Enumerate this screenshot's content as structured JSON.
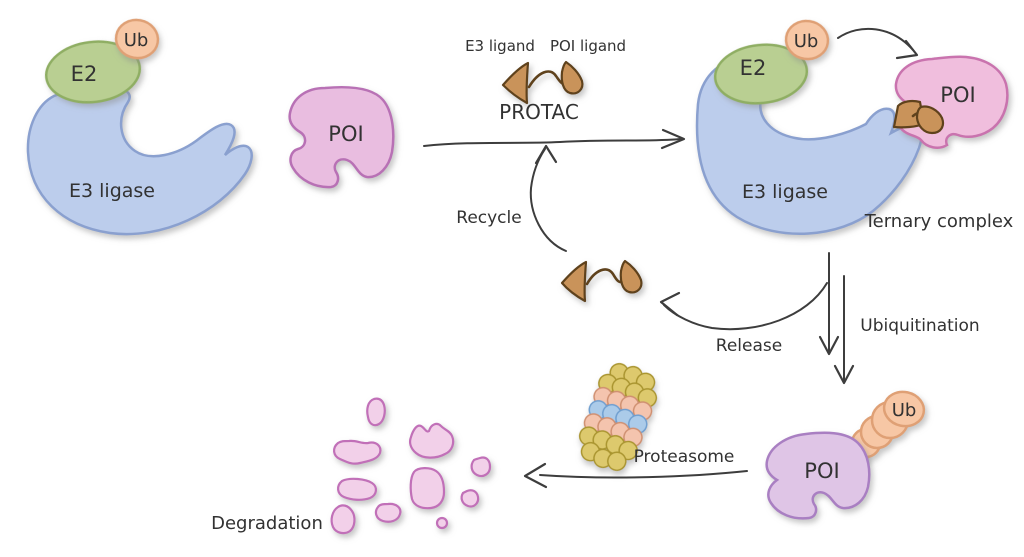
{
  "colors": {
    "background": "#ffffff",
    "e3_ligase_fill": "#bccdec",
    "e3_ligase_stroke": "#8aa0cf",
    "e2_fill": "#b9cf92",
    "e2_stroke": "#8fae63",
    "ub_fill": "#f7c7a5",
    "ub_stroke": "#dfa075",
    "poi_fill": "#e9bde0",
    "poi_ternary_fill": "#f0bedd",
    "poi_ubiquitinated_fill": "#dfc5e6",
    "degradation_fragment_fill": "#f2d0e9",
    "degradation_fragment_stroke": "#c170b8",
    "protac_fill": "#c9935a",
    "protac_stroke": "#5f421c",
    "proteasome_yellow": "#ddc96d",
    "proteasome_pink": "#f4c4ae",
    "proteasome_blue": "#abcbe9",
    "ink": "#3d3d3d"
  },
  "left_complex": {
    "e2_label": "E2",
    "ub_label": "Ub",
    "e3_label": "E3 ligase"
  },
  "free_poi": {
    "label": "POI"
  },
  "protac": {
    "e3_ligand_label": "E3 ligand",
    "poi_ligand_label": "POI ligand",
    "name": "PROTAC"
  },
  "ternary_complex": {
    "e2_label": "E2",
    "ub_label": "Ub",
    "e3_label": "E3 ligase",
    "poi_label": "POI",
    "caption": "Ternary complex"
  },
  "steps": {
    "ubiquitination": "Ubiquitination",
    "release": "Release",
    "recycle": "Recycle",
    "proteasome": "Proteasome",
    "degradation": "Degradation"
  },
  "ubiquitinated_poi": {
    "poi_label": "POI",
    "ub_label": "Ub"
  }
}
